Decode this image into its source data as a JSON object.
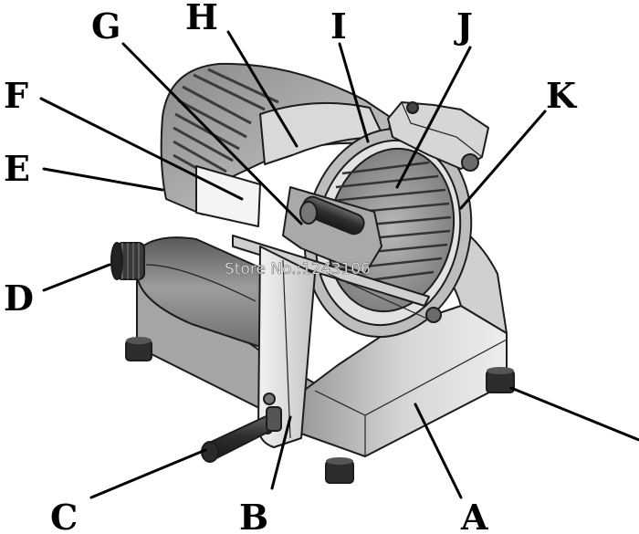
{
  "labels": {
    "A": "A",
    "B": "B",
    "C": "C",
    "D": "D",
    "E": "E",
    "F": "F",
    "G": "G",
    "H": "H",
    "I": "I",
    "J": "J",
    "K": "K"
  },
  "watermark": "Store No.:1243106",
  "colors": {
    "body_light": "#e6e6e6",
    "body_mid": "#c9c9c9",
    "body_dark": "#8f8f8f",
    "metal_dark": "#555555",
    "rubber": "#3a3a3a",
    "outline": "#1c1c1c"
  }
}
